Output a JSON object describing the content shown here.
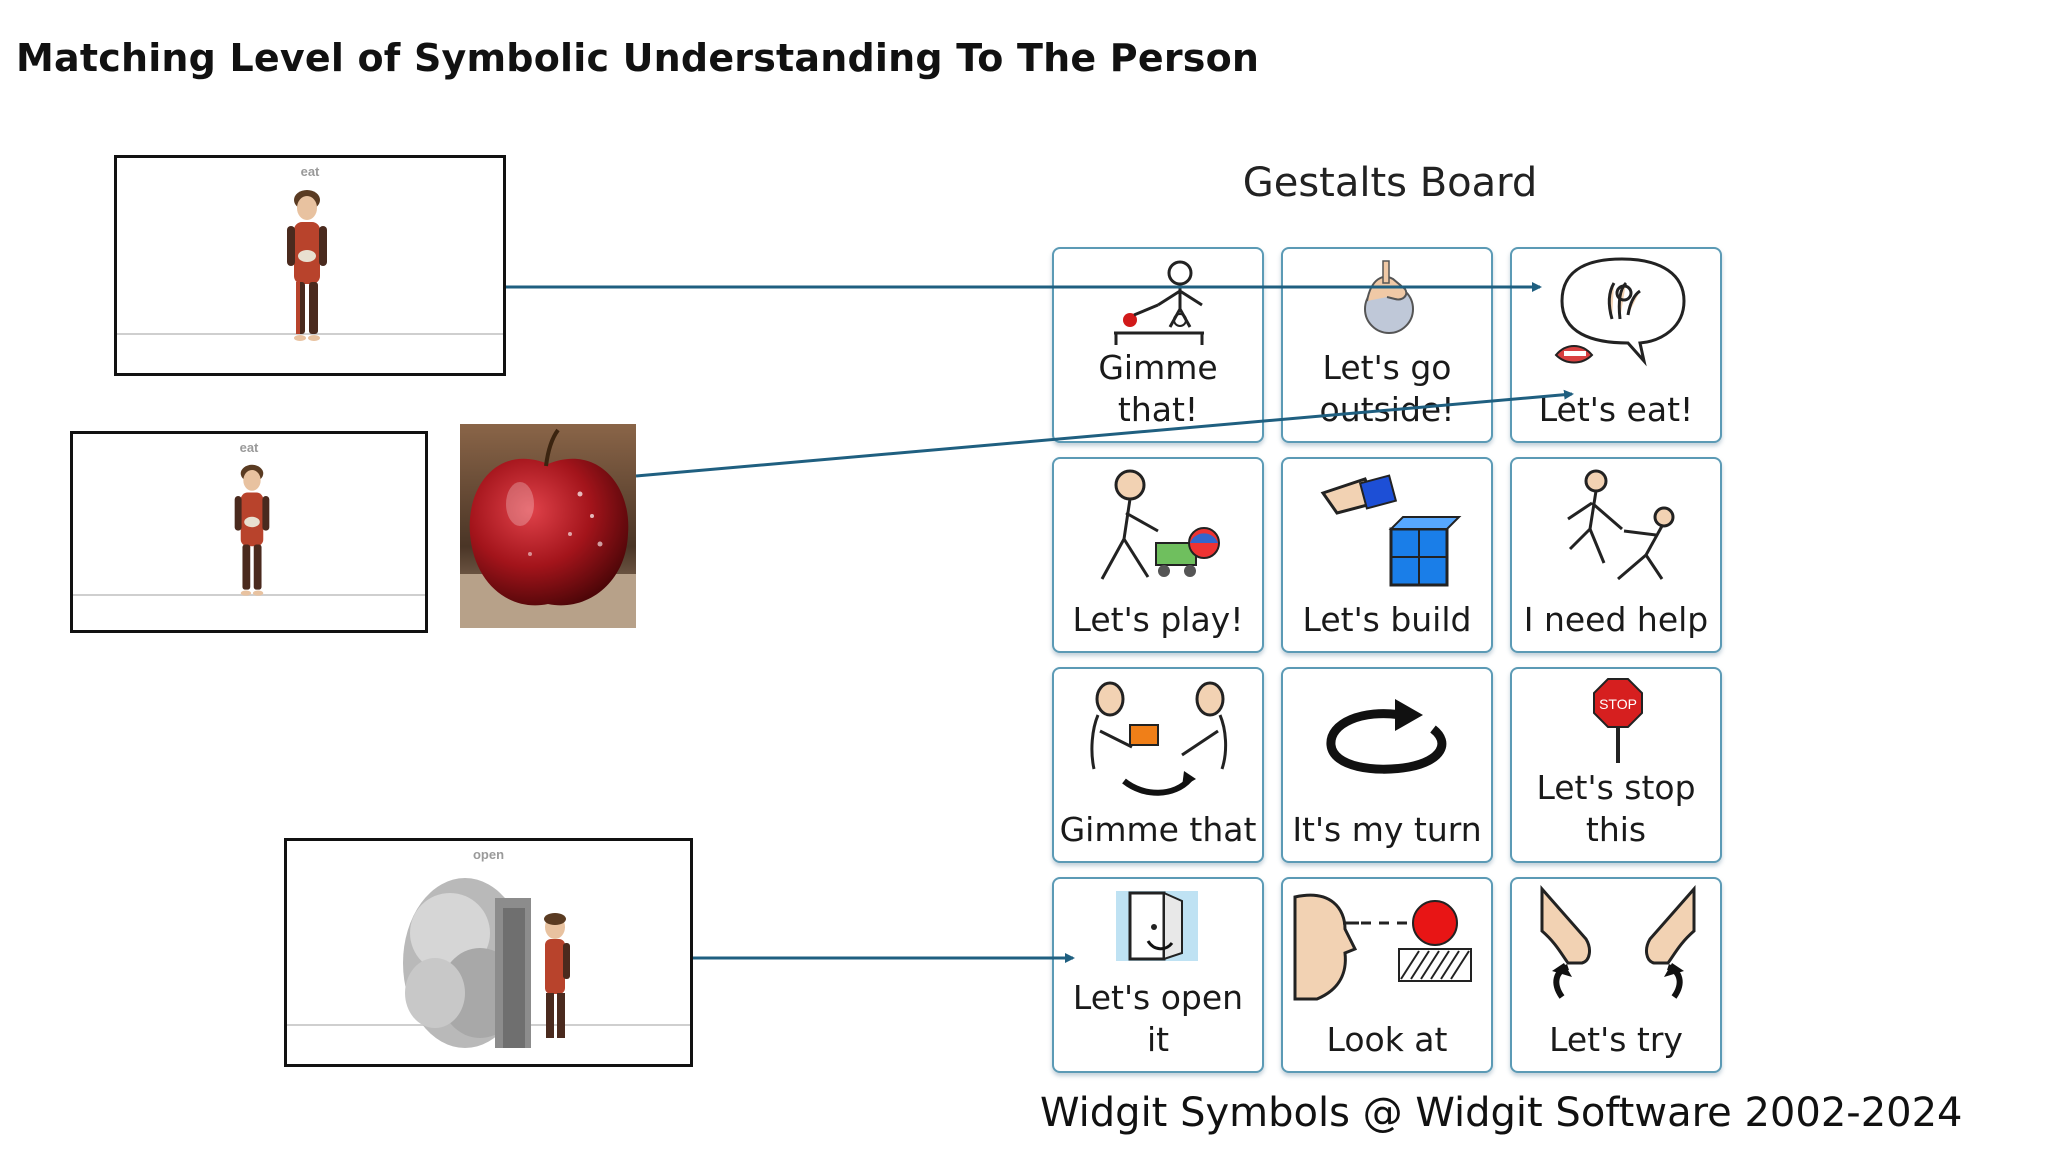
{
  "slide": {
    "title": "Matching Level of Symbolic Understanding To The Person"
  },
  "frames": [
    {
      "caption": "eat"
    },
    {
      "caption": "eat"
    },
    {
      "caption": "open"
    }
  ],
  "board": {
    "title": "Gestalts Board",
    "tiles": [
      {
        "label": "Gimme that!",
        "icon": "give-object-icon"
      },
      {
        "label": "Let's go outside!",
        "icon": "hand-door-icon"
      },
      {
        "label": "Let's eat!",
        "icon": "sign-eat-icon"
      },
      {
        "label": "Let's play!",
        "icon": "play-cart-icon"
      },
      {
        "label": "Let's build",
        "icon": "build-blocks-icon"
      },
      {
        "label": "I need help",
        "icon": "help-people-icon"
      },
      {
        "label": "Gimme that",
        "icon": "exchange-icon"
      },
      {
        "label": "It's my turn",
        "icon": "turn-arrow-icon"
      },
      {
        "label": "Let's stop this",
        "icon": "stop-sign-icon"
      },
      {
        "label": "Let's open it",
        "icon": "open-door-icon"
      },
      {
        "label": "Look at",
        "icon": "look-at-icon"
      },
      {
        "label": "Let's try",
        "icon": "try-hands-icon"
      }
    ]
  },
  "stop_sign_text": "STOP",
  "credit": "Widgit Symbols @ Widgit Software 2002-2024",
  "colors": {
    "arrow": "#1f5f80",
    "tile_border": "#5b9ab5",
    "apple_red": "#b3161d",
    "person_shirt": "#b8432c"
  }
}
